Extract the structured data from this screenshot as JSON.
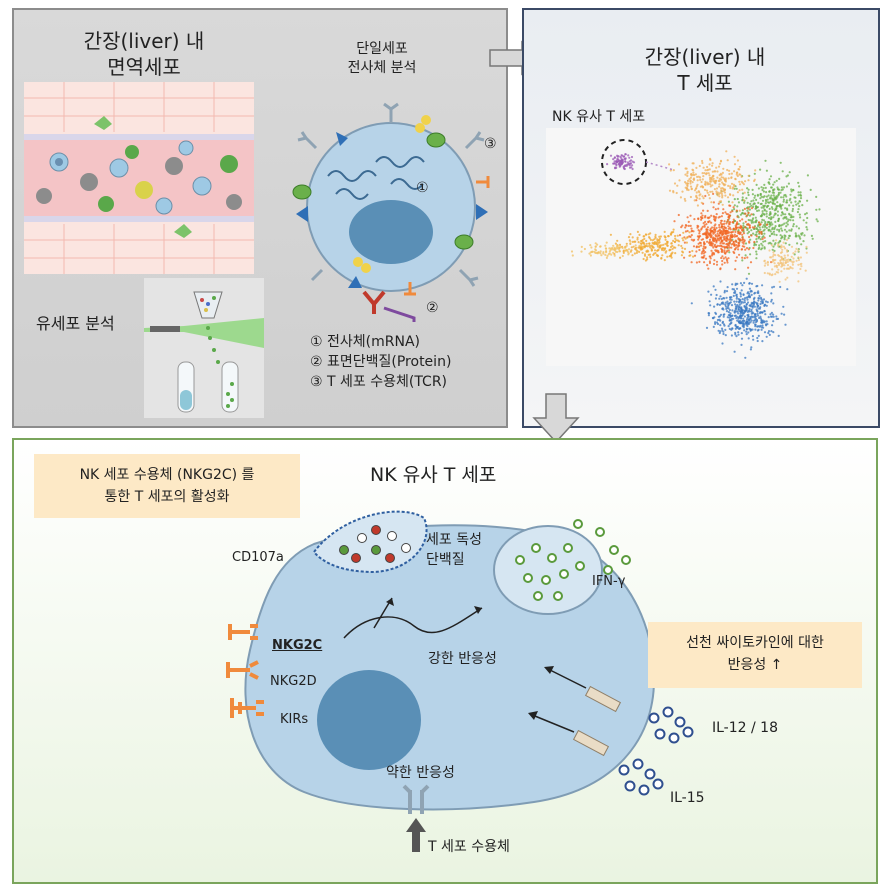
{
  "panel1": {
    "title_line1": "간장(liver) 내",
    "title_line2": "면역세포",
    "single_cell_line1": "단일세포",
    "single_cell_line2": "전사체 분석",
    "flow_label": "유세포 분석",
    "marker1": "①",
    "marker2": "②",
    "marker3": "③",
    "legend": [
      "① 전사체(mRNA)",
      "② 표면단백질(Protein)",
      "③ T 세포 수용체(TCR)"
    ]
  },
  "panel2": {
    "title_line1": "간장(liver) 내",
    "title_line2": "T 세포",
    "subtitle": "NK 유사 T 세포"
  },
  "panel3": {
    "title": "NK 유사 T 세포",
    "box1_line1": "NK 세포 수용체 (NKG2C) 를",
    "box1_line2": "통한 T 세포의 활성화",
    "cd107a": "CD107a",
    "cytotoxic_line1": "세포 독성",
    "cytotoxic_line2": "단백질",
    "ifn": "IFN-γ",
    "nkg2c": "NKG2C",
    "nkg2d": "NKG2D",
    "kirs": "KIRs",
    "strong": "강한 반응성",
    "weak": "약한 반응성",
    "tcr": "T 세포 수용체",
    "box2_line1": "선천 싸이토카인에 대한",
    "box2_line2": "반응성 ↑",
    "il1218": "IL-12 / 18",
    "il15": "IL-15"
  },
  "colors": {
    "cell_fill": "#b7d3e8",
    "nucleus": "#5a8fb6",
    "receptor_orange": "#f08a3c",
    "granule_green": "#5a9a3c",
    "cytokine_blue": "#2f4f8f",
    "note_bg": "#fde9c6"
  }
}
